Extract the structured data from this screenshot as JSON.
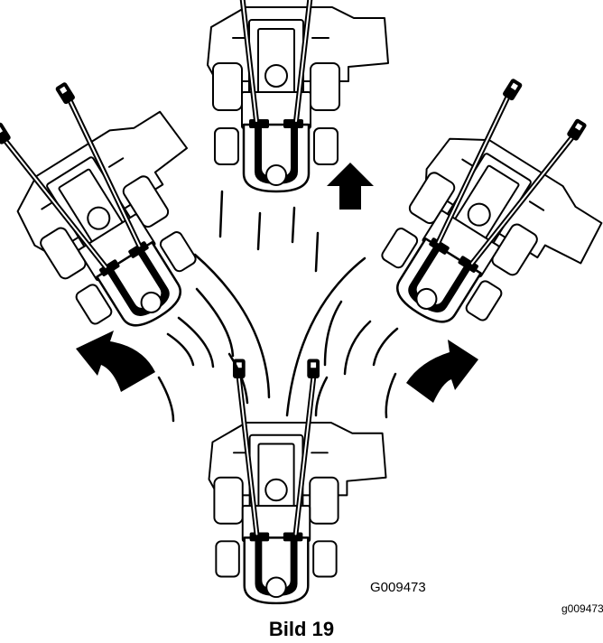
{
  "figure": {
    "caption": "Bild 19",
    "inner_code": "G009473",
    "outer_code": "g009473",
    "mowers": [
      {
        "name": "top-mower",
        "heading": "forward"
      },
      {
        "name": "left-mower",
        "heading": "turning left"
      },
      {
        "name": "right-mower",
        "heading": "turning right"
      },
      {
        "name": "bottom-mower",
        "heading": "forward"
      }
    ],
    "arrows": [
      {
        "name": "forward-arrow",
        "direction": "up"
      },
      {
        "name": "left-turn-arrow",
        "direction": "left"
      },
      {
        "name": "right-turn-arrow",
        "direction": "right"
      }
    ],
    "colors": {
      "ink": "#000000",
      "paper": "#ffffff"
    }
  }
}
